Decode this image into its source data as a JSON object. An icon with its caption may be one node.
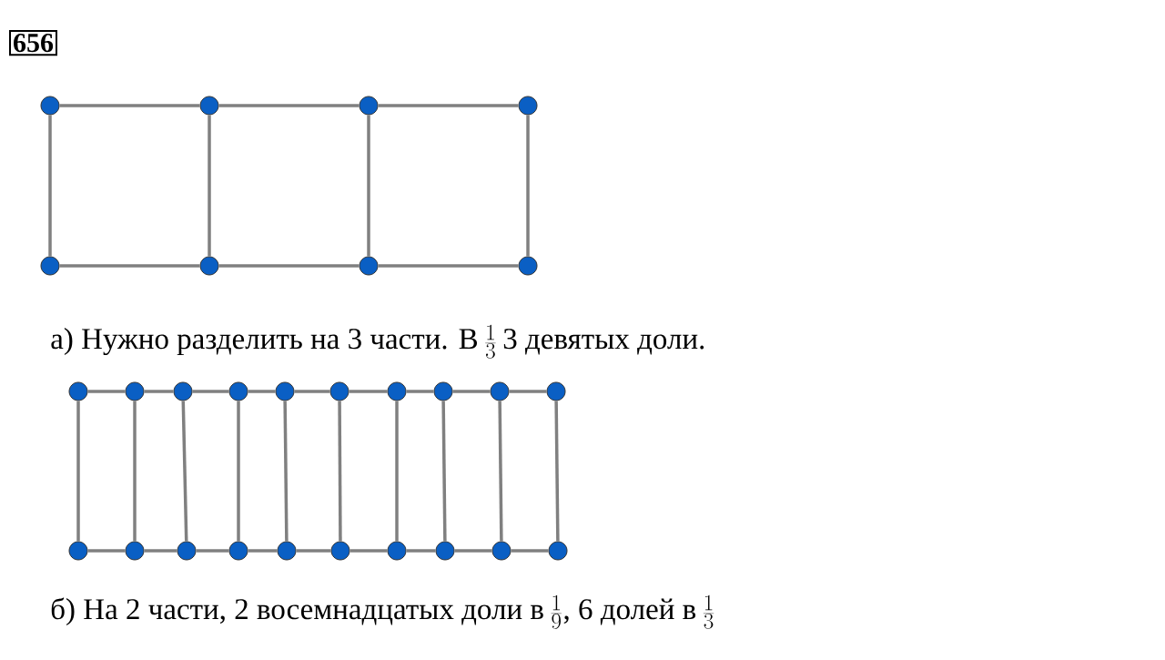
{
  "diagram": {
    "nodes": [
      {
        "text": [],
        "shape": "circle"
      },
      {
        "text": [],
        "shape": "circle"
      },
      {
        "text": [],
        "shape": "circle"
      },
      {
        "text": [],
        "shape": "circle"
      },
      {
        "text": [],
        "shape": "circle"
      },
      {
        "text": [],
        "shape": "circle"
      },
      {
        "text": [],
        "shape": "circle"
      },
      {
        "text": [],
        "shape": "circle"
      },
      {
        "text": [],
        "shape": "circle"
      },
      {
        "text": [],
        "shape": "circle"
      },
      {
        "text": [],
        "shape": "circle"
      },
      {
        "text": [],
        "shape": "circle"
      },
      {
        "text": [],
        "shape": "circle"
      },
      {
        "text": [],
        "shape": "circle"
      },
      {
        "text": [],
        "shape": "circle"
      },
      {
        "text": [],
        "shape": "circle"
      },
      {
        "text": [],
        "shape": "circle"
      },
      {
        "text": [],
        "shape": "circle"
      },
      {
        "text": [],
        "shape": "circle"
      },
      {
        "text": [],
        "shape": "circle"
      },
      {
        "text": [],
        "shape": "circle"
      },
      {
        "text": [],
        "shape": "circle"
      },
      {
        "text": [],
        "shape": "circle"
      },
      {
        "text": [],
        "shape": "circle"
      },
      {
        "text": [],
        "shape": "circle"
      },
      {
        "text": [],
        "shape": "circle"
      },
      {
        "text": [],
        "shape": "circle"
      },
      {
        "text": [],
        "shape": "circle"
      }
    ],
    "edges": [
      {
        "from": 0,
        "to": 1,
        "arrow": "none"
      },
      {
        "from": 1,
        "to": 2,
        "arrow": "none"
      },
      {
        "from": 2,
        "to": 3,
        "arrow": "none"
      },
      {
        "from": 0,
        "to": 4,
        "arrow": "none"
      },
      {
        "from": 1,
        "to": 5,
        "arrow": "none"
      },
      {
        "from": 2,
        "to": 6,
        "arrow": "none"
      },
      {
        "from": 3,
        "to": 7,
        "arrow": "none"
      },
      {
        "from": 4,
        "to": 5,
        "arrow": "none"
      },
      {
        "from": 5,
        "to": 6,
        "arrow": "none"
      },
      {
        "from": 6,
        "to": 7,
        "arrow": "none"
      },
      {
        "from": 8,
        "to": 9,
        "arrow": "none"
      },
      {
        "from": 9,
        "to": 10,
        "arrow": "none"
      },
      {
        "from": 10,
        "to": 11,
        "arrow": "none"
      },
      {
        "from": 11,
        "to": 12,
        "arrow": "none"
      },
      {
        "from": 12,
        "to": 13,
        "arrow": "none"
      },
      {
        "from": 13,
        "to": 14,
        "arrow": "none"
      },
      {
        "from": 14,
        "to": 15,
        "arrow": "none"
      },
      {
        "from": 15,
        "to": 16,
        "arrow": "none"
      },
      {
        "from": 16,
        "to": 17,
        "arrow": "none"
      },
      {
        "from": 8,
        "to": 18,
        "arrow": "none"
      },
      {
        "from": 9,
        "to": 19,
        "arrow": "none"
      },
      {
        "from": 10,
        "to": 20,
        "arrow": "none"
      },
      {
        "from": 11,
        "to": 21,
        "arrow": "none"
      },
      {
        "from": 12,
        "to": 22,
        "arrow": "none"
      },
      {
        "from": 13,
        "to": 23,
        "arrow": "none"
      },
      {
        "from": 14,
        "to": 24,
        "arrow": "none"
      },
      {
        "from": 15,
        "to": 25,
        "arrow": "none"
      },
      {
        "from": 16,
        "to": 26,
        "arrow": "none"
      },
      {
        "from": 17,
        "to": 27,
        "arrow": "none"
      },
      {
        "from": 18,
        "to": 19,
        "arrow": "none"
      },
      {
        "from": 19,
        "to": 20,
        "arrow": "none"
      },
      {
        "from": 20,
        "to": 21,
        "arrow": "none"
      },
      {
        "from": 21,
        "to": 22,
        "arrow": "none"
      },
      {
        "from": 22,
        "to": 23,
        "arrow": "none"
      },
      {
        "from": 23,
        "to": 24,
        "arrow": "none"
      },
      {
        "from": 24,
        "to": 25,
        "arrow": "none"
      },
      {
        "from": 25,
        "to": 26,
        "arrow": "none"
      },
      {
        "from": 26,
        "to": 27,
        "arrow": "none"
      }
    ],
    "labels": [
      "656",
      "а) Нужно разделить на 3 части. В",
      "\\frac{1}{3}",
      "3 девятых доли.",
      "б) На 2 части, 2 восемнадцатых доли в",
      "\\frac{1}{9}",
      ", 6 долей в",
      "\\frac{1}{3}"
    ]
  }
}
